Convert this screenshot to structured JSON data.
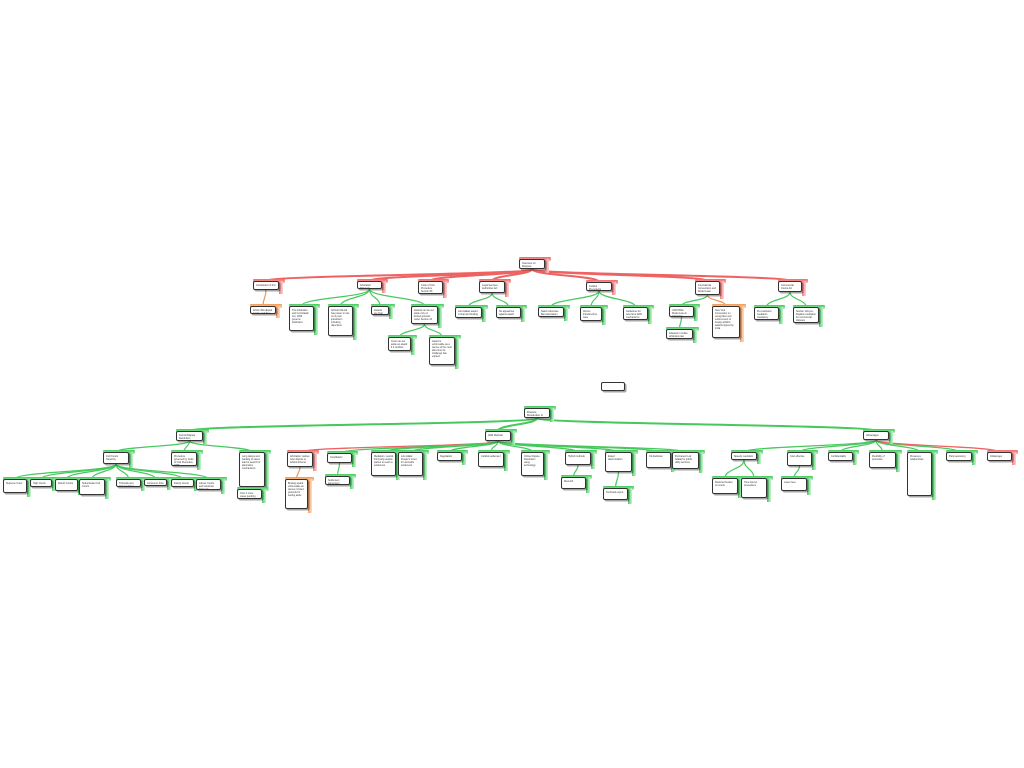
{
  "diagram": {
    "type": "mind-map",
    "maps": [
      {
        "id": "top-map",
        "root": {
          "text": "Sources of Dispute Resolution",
          "accent": "red"
        },
        "branches": [
          {
            "text": "Constitution of Ind",
            "accent": "red",
            "children": [
              {
                "text": "Article 39A (Equal Justice and Free Legal Aid)",
                "accent": "orange"
              }
            ]
          },
          {
            "text": "Arbitration Tribunals",
            "accent": "red",
            "children": [
              {
                "text": "The Arbitration and Conciliation Act, 1996 governs arbitration",
                "accent": "green"
              },
              {
                "text": "Arbitral tribunal has power to rule on its own jurisdiction including objections",
                "accent": "green"
              },
              {
                "text": "Awards are final",
                "accent": "green"
              },
              {
                "text": "Awards can be set aside only on limited grounds under Section 34",
                "accent": "green",
                "children": [
                  {
                    "text": "Court can set aside an award if it conflicts",
                    "accent": "green"
                  },
                  {
                    "text": "Award is enforceable as a decree of the court after time for challenge has expired",
                    "accent": "green"
                  }
                ]
              }
            ]
          },
          {
            "text": "Code of Civil Procedure Section 89",
            "accent": "red",
            "children": []
          },
          {
            "text": "Legal Services Authorities Act",
            "accent": "red",
            "children": [
              {
                "text": "Lok Adalats award is final and binding",
                "accent": "green"
              },
              {
                "text": "No appeal lies against award",
                "accent": "green"
              }
            ]
          },
          {
            "text": "Judicial Precedents",
            "accent": "red",
            "children": [
              {
                "text": "Salem Advocate Bar Association",
                "accent": "green"
              },
              {
                "text": "Afcons Infrastructure case",
                "accent": "green"
              },
              {
                "text": "Guidelines for referral to ADR mechanisms",
                "accent": "green"
              }
            ]
          },
          {
            "text": "International Conventions and Model Laws",
            "accent": "red",
            "children": [
              {
                "text": "UNCITRAL Model Law on Arbitration",
                "accent": "green",
                "children": [
                  {
                    "text": "Adopted in Indian arbitration law",
                    "accent": "green"
                  }
                ]
              },
              {
                "text": "New York Convention on recognition and enforcement of foreign arbitral awards signed by India",
                "accent": "orange"
              }
            ]
          },
          {
            "text": "Commercial Courts Act",
            "accent": "red",
            "children": [
              {
                "text": "Pre-institution mediation mandatory",
                "accent": "green"
              },
              {
                "text": "Section 12A pre-litigation mediation for commercial disputes",
                "accent": "green"
              }
            ]
          }
        ]
      },
      {
        "id": "bottom-map",
        "floating_topic": {
          "text": ""
        },
        "root": {
          "text": "Dispute Resolution in India",
          "accent": "green"
        },
        "branches": [
          {
            "text": "Formal Dispute Resolution",
            "accent": "green",
            "children": [
              {
                "text": "Civil Courts hierarchy",
                "accent": "green",
                "children": [
                  {
                    "text": "Supreme Court",
                    "accent": "green"
                  },
                  {
                    "text": "High Courts",
                    "accent": "green"
                  },
                  {
                    "text": "District Courts",
                    "accent": "green"
                  },
                  {
                    "text": "Subordinate Civil Courts",
                    "accent": "green"
                  },
                  {
                    "text": "Tribunals and Quasi-judicial bodies",
                    "accent": "green"
                  },
                  {
                    "text": "Consumer Fora",
                    "accent": "green"
                  },
                  {
                    "text": "Family Courts",
                    "accent": "green"
                  },
                  {
                    "text": "Labour Courts and Industrial Tribunals",
                    "accent": "green"
                  }
                ]
              },
              {
                "text": "Procedure governed by Code of Civil Procedure 1908",
                "accent": "green"
              },
              {
                "text": "Long delays and backlog of cases lead to search for alternative mechanisms",
                "accent": "green",
                "children": [
                  {
                    "text": "Over 4 crore cases pending",
                    "accent": "green"
                  }
                ]
              }
            ]
          },
          {
            "text": "ADR Methods",
            "accent": "green",
            "children": [
              {
                "text": "Arbitration: parties refer dispute to arbitral tribunal",
                "accent": "red",
                "children": [
                  {
                    "text": "Binding award enforceable as decree; limited grounds for setting aside",
                    "accent": "orange"
                  }
                ]
              },
              {
                "text": "Conciliation",
                "accent": "green",
                "children": [
                  {
                    "text": "Settlement agreement",
                    "accent": "green"
                  }
                ]
              },
              {
                "text": "Mediation: neutral third party assists parties to reach a settlement",
                "accent": "green"
              },
              {
                "text": "Lok Adalat: People's Court for amicable settlement",
                "accent": "green"
              },
              {
                "text": "Negotiation",
                "accent": "green"
              },
              {
                "text": "Judicial settlement",
                "accent": "green"
              },
              {
                "text": "Online Dispute Resolution using technology",
                "accent": "green"
              },
              {
                "text": "Hybrid methods",
                "accent": "green",
                "children": [
                  {
                    "text": "Med-Arb",
                    "accent": "green"
                  }
                ]
              },
              {
                "text": "Expert determination",
                "accent": "green",
                "children": [
                  {
                    "text": "Technical expert",
                    "accent": "green"
                  }
                ]
              },
              {
                "text": "Ombudsman",
                "accent": "green"
              },
              {
                "text": "Permanent Lok Adalat for public utility services",
                "accent": "green"
              }
            ]
          },
          {
            "text": "Advantages",
            "accent": "green",
            "children": [
              {
                "text": "Speedy resolution",
                "accent": "green",
                "children": [
                  {
                    "text": "Reduced burden on courts",
                    "accent": "green"
                  },
                  {
                    "text": "Time-bound procedures",
                    "accent": "green"
                  }
                ]
              },
              {
                "text": "Cost effective",
                "accent": "green",
                "children": [
                  {
                    "text": "Lower fees",
                    "accent": "green"
                  }
                ]
              },
              {
                "text": "Confidentiality",
                "accent": "green"
              },
              {
                "text": "Flexibility of procedure",
                "accent": "green"
              },
              {
                "text": "Preserves relationships",
                "accent": "green"
              },
              {
                "text": "Party autonomy",
                "accent": "green"
              },
              {
                "text": "Challenges",
                "accent": "red"
              },
              {
                "text": "Enforcement issues",
                "accent": "red",
                "children": [
                  {
                    "text": "Lack of awareness and trained neutrals",
                    "accent": "orange"
                  }
                ]
              }
            ]
          }
        ]
      }
    ]
  }
}
